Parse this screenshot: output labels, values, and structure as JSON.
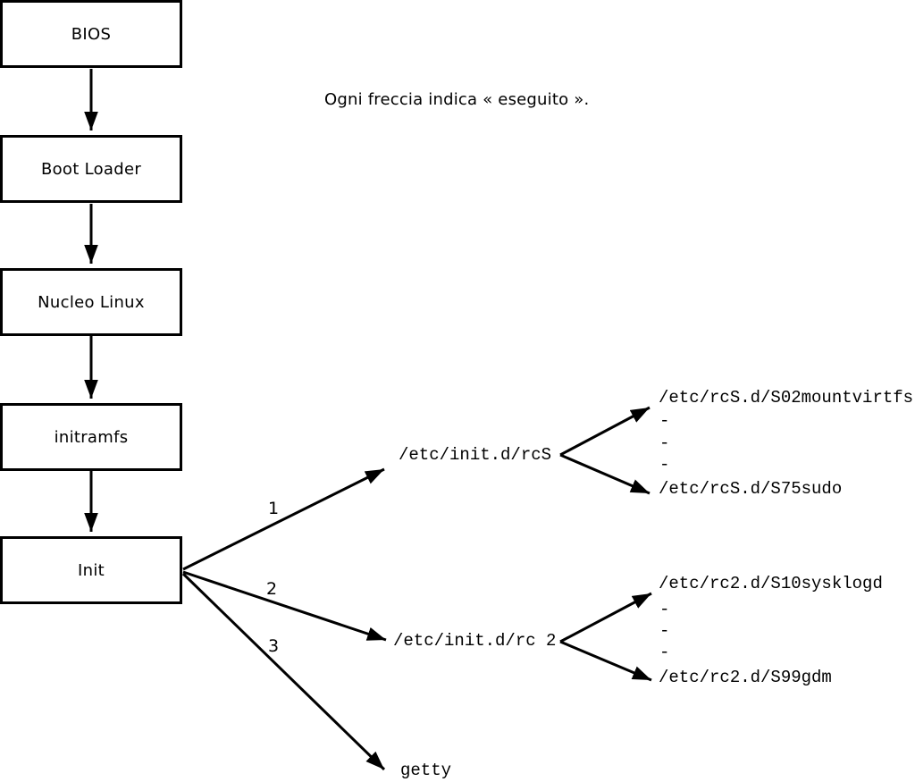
{
  "caption": "Ogni freccia indica « eseguito ».",
  "colors": {
    "line": "#000000",
    "box_fill": "#ffffff",
    "box_border": "#000000",
    "background": "#ffffff"
  },
  "boot_chain": [
    {
      "label": "BIOS"
    },
    {
      "label": "Boot Loader"
    },
    {
      "label": "Nucleo Linux"
    },
    {
      "label": "initramfs"
    },
    {
      "label": "Init"
    }
  ],
  "init_arrows": [
    {
      "number": "1",
      "target": "/etc/init.d/rcS"
    },
    {
      "number": "2",
      "target": "/etc/init.d/rc 2"
    },
    {
      "number": "3",
      "target": "getty"
    }
  ],
  "forks": [
    {
      "first": "/etc/rcS.d/S02mountvirtfs",
      "ellipsis": [
        "-",
        "-",
        "-"
      ],
      "last": "/etc/rcS.d/S75sudo"
    },
    {
      "first": "/etc/rc2.d/S10sysklogd",
      "ellipsis": [
        "-",
        "-",
        "-"
      ],
      "last": "/etc/rc2.d/S99gdm"
    }
  ]
}
